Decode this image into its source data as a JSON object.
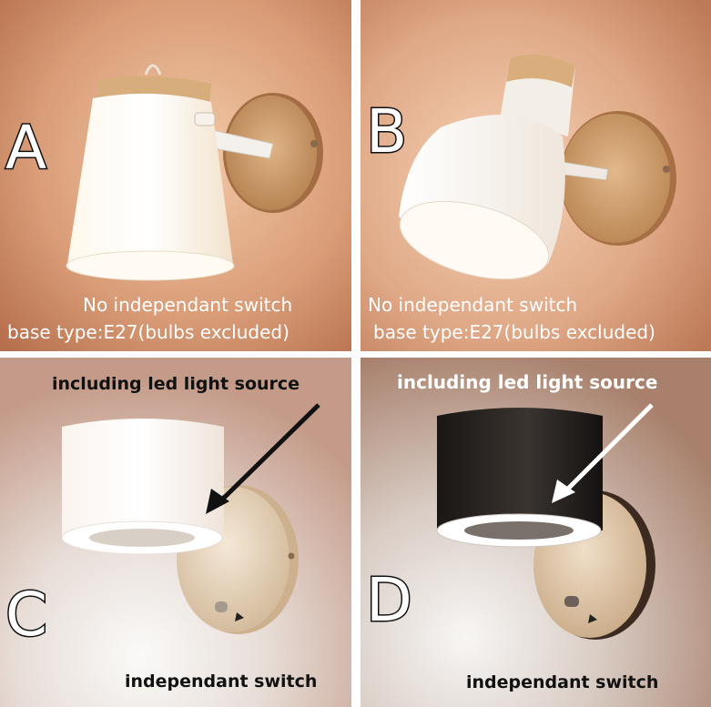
{
  "panels": {
    "a": {
      "letter": "A",
      "caption_line1": "No independant switch",
      "caption_line2": "base type:E27(bulbs excluded)"
    },
    "b": {
      "letter": "B",
      "caption_line1": "No independant switch",
      "caption_line2": "base type:E27(bulbs excluded)"
    },
    "c": {
      "letter": "C",
      "top_label": "including led light source",
      "bottom_label": "independant switch"
    },
    "d": {
      "letter": "D",
      "top_label": "including led light source",
      "bottom_label": "independant switch"
    }
  }
}
